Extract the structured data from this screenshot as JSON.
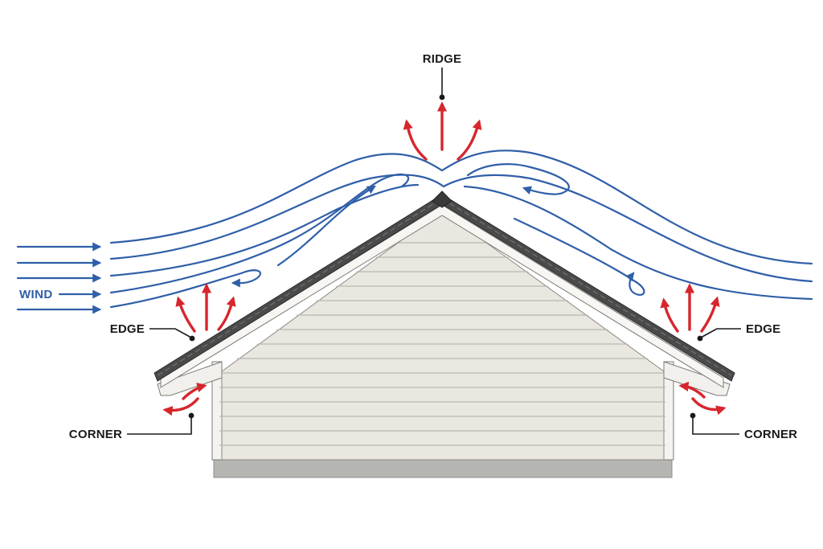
{
  "labels": {
    "ridge": "RIDGE",
    "edge_left": "EDGE",
    "edge_right": "EDGE",
    "corner_left": "CORNER",
    "corner_right": "CORNER",
    "wind": "WIND"
  },
  "colors": {
    "wind": "#2f5fa8",
    "pressure": "#d7262d",
    "siding": "#e9e7df",
    "roof": "#4a4a4a",
    "foundation": "#b5b5b2",
    "text": "#1a1a1a"
  }
}
